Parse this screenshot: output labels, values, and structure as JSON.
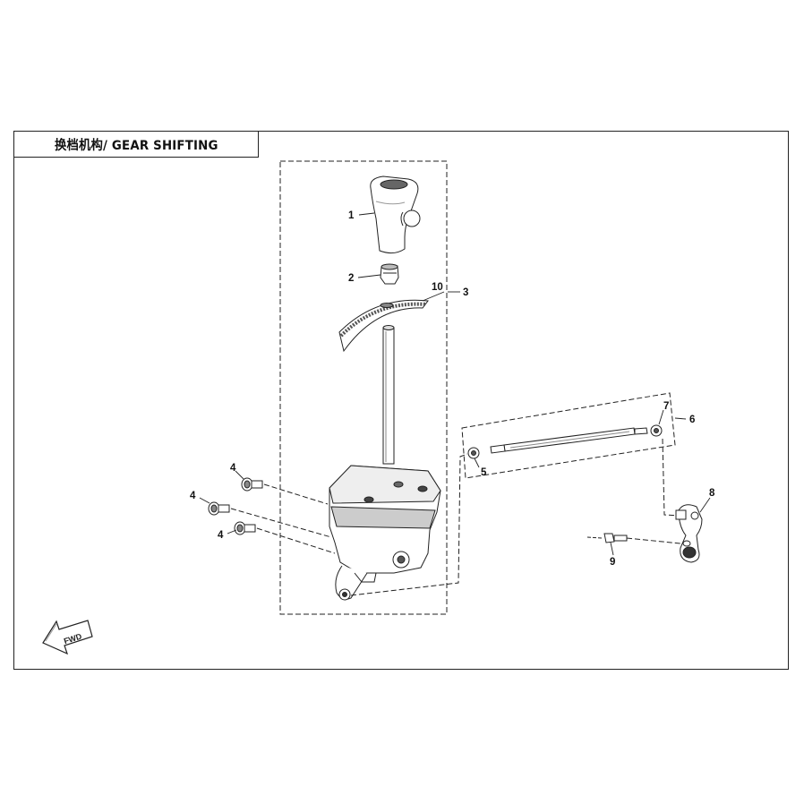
{
  "title": "换档机构/ GEAR SHIFTING",
  "fwd_label": "FWD",
  "callouts": {
    "c1": "1",
    "c2": "2",
    "c3": "3",
    "c4a": "4",
    "c4b": "4",
    "c4c": "4",
    "c5": "5",
    "c6": "6",
    "c7": "7",
    "c8": "8",
    "c9": "9",
    "c10": "10"
  }
}
